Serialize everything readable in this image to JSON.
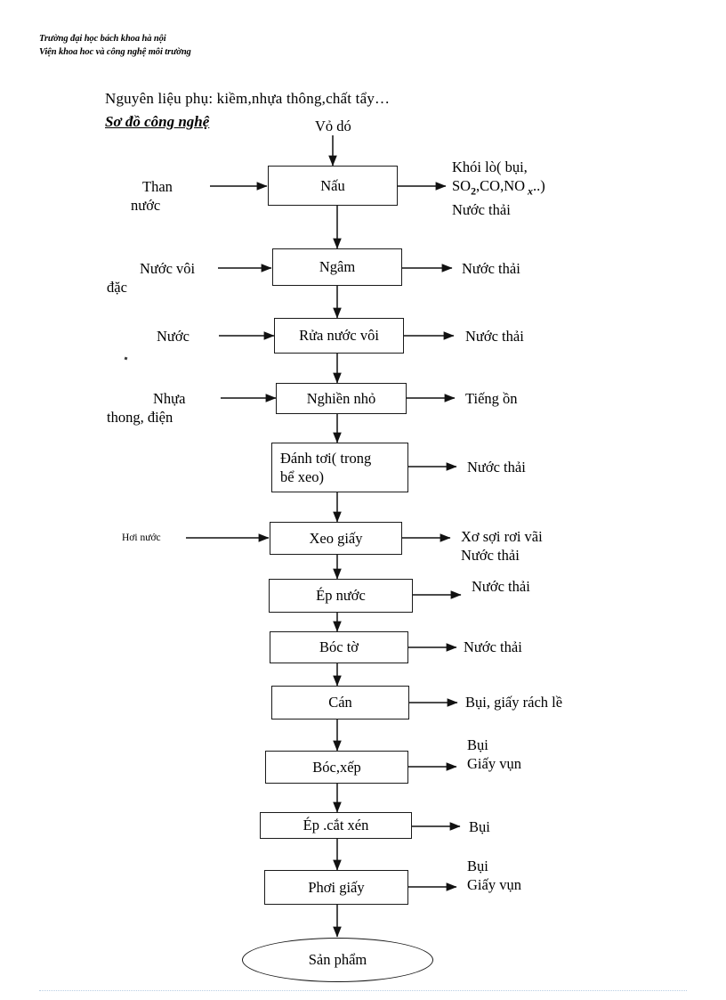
{
  "header": {
    "line1": "Trường đại học bách khoa hà nội",
    "line2": "Viện khoa hoc và công nghệ môi trường"
  },
  "titles": {
    "aux_materials": "Nguyên liệu phụ: kiềm,nhựa  thông,chất tẩy…",
    "scheme": "Sơ đồ công nghệ"
  },
  "diagram": {
    "start_input": "Vỏ dó",
    "product": "Sản phẩm",
    "steps": [
      {
        "label": "Nấu",
        "inputs": [
          "Than",
          "nước"
        ],
        "outputs": [
          "Khói lò( bụi,",
          "SO2,CO,NOx..)",
          "Nước thải"
        ]
      },
      {
        "label": "Ngâm",
        "inputs": [
          "Nước vôi",
          "đặc"
        ],
        "outputs": [
          "Nước thải"
        ]
      },
      {
        "label": "Rửa nước vôi",
        "inputs": [
          "Nước"
        ],
        "outputs": [
          "Nước thải"
        ]
      },
      {
        "label": "Nghiền nhỏ",
        "inputs": [
          "Nhựa",
          "thong, điện"
        ],
        "outputs": [
          "Tiếng ồn"
        ]
      },
      {
        "label": "Đánh tơi( trong\nbể xeo)",
        "inputs": [],
        "outputs": [
          "Nước thải"
        ]
      },
      {
        "label": "Xeo giấy",
        "inputs": [
          "Hơi nước"
        ],
        "outputs": [
          "Xơ sợi rơi vãi",
          "Nước thải"
        ]
      },
      {
        "label": "Ép nước",
        "inputs": [],
        "outputs": [
          "Nước thải"
        ]
      },
      {
        "label": "Bóc tờ",
        "inputs": [],
        "outputs": [
          "Nước thải"
        ]
      },
      {
        "label": "Cán",
        "inputs": [],
        "outputs": [
          "Bụi, giấy rách lề"
        ]
      },
      {
        "label": "Bóc,xếp",
        "inputs": [],
        "outputs": [
          "Bụi",
          "Giấy vụn"
        ]
      },
      {
        "label": "Ép .cắt xén",
        "inputs": [],
        "outputs": [
          "Bụi"
        ]
      },
      {
        "label": "Phơi giấy",
        "inputs": [],
        "outputs": [
          "Bụi",
          "Giấy vụn"
        ]
      }
    ]
  },
  "colors": {
    "ink": "#000000",
    "box_border": "#1a1a1a",
    "footer_rule": "#b9cfe4"
  }
}
